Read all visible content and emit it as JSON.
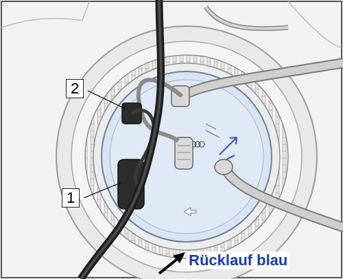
{
  "diagram": {
    "labels": [
      "2",
      "1",
      "Rücklauf blau"
    ]
  }
}
